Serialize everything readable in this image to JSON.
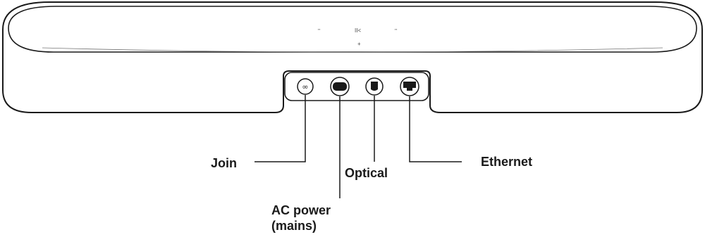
{
  "top_panel": {
    "glyph_left": "''",
    "glyph_center": "II<",
    "glyph_right": "''",
    "glyph_under": "+"
  },
  "ports": {
    "join_symbol": "∞"
  },
  "labels": {
    "join": "Join",
    "optical": "Optical",
    "ethernet": "Ethernet",
    "ac_line1": "AC power",
    "ac_line2": "(mains)"
  },
  "colors": {
    "outline": "#1a1a1a",
    "body": "#ffffff"
  }
}
